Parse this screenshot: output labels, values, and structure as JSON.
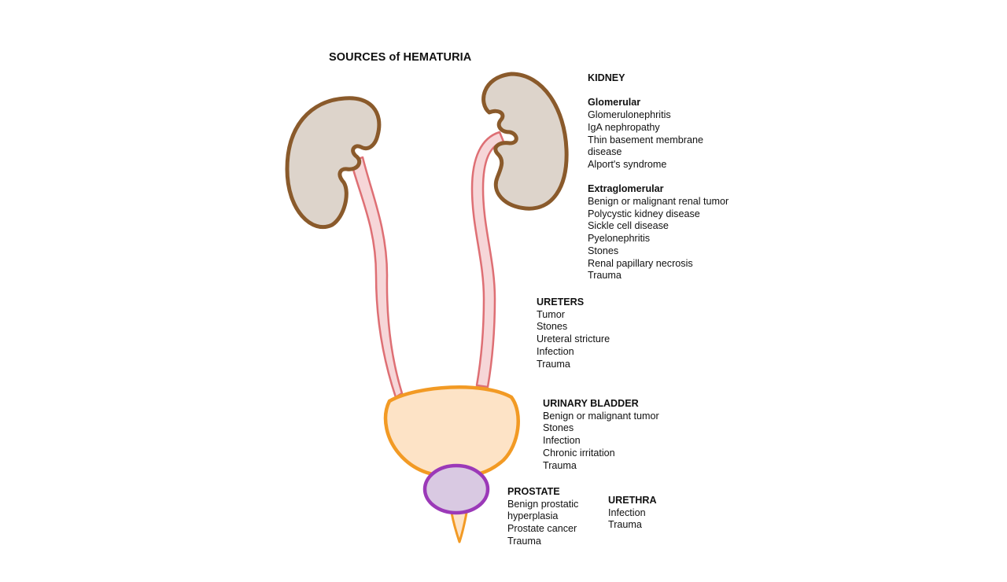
{
  "title": "SOURCES of HEMATURIA",
  "kidney": {
    "heading": "KIDNEY",
    "glomerular": {
      "heading": "Glomerular",
      "items": [
        "Glomerulonephritis",
        "IgA nephropathy",
        "Thin basement membrane",
        "disease",
        "Alport's syndrome"
      ]
    },
    "extraglomerular": {
      "heading": "Extraglomerular",
      "items": [
        "Benign or malignant renal tumor",
        "Polycystic kidney disease",
        "Sickle cell disease",
        "Pyelonephritis",
        "Stones",
        "Renal papillary necrosis",
        "Trauma"
      ]
    }
  },
  "ureters": {
    "heading": "URETERS",
    "items": [
      "Tumor",
      "Stones",
      "Ureteral stricture",
      "Infection",
      "Trauma"
    ]
  },
  "bladder": {
    "heading": "URINARY BLADDER",
    "items": [
      "Benign or malignant tumor",
      "Stones",
      "Infection",
      "Chronic irritation",
      "Trauma"
    ]
  },
  "prostate": {
    "heading": "PROSTATE",
    "items": [
      "Benign prostatic",
      "hyperplasia",
      "Prostate cancer",
      "Trauma"
    ]
  },
  "urethra": {
    "heading": "URETHRA",
    "items": [
      "Infection",
      "Trauma"
    ]
  },
  "colors": {
    "kidney_fill": "#ddd4cb",
    "kidney_outline": "#8a5a2b",
    "ureter_fill": "#f6d6d8",
    "ureter_outline": "#de6f74",
    "bladder_fill": "#fde3c6",
    "bladder_outline": "#f29a24",
    "prostate_fill": "#d9c9e2",
    "prostate_outline": "#9b39b8",
    "urethra": "#f29a24"
  }
}
